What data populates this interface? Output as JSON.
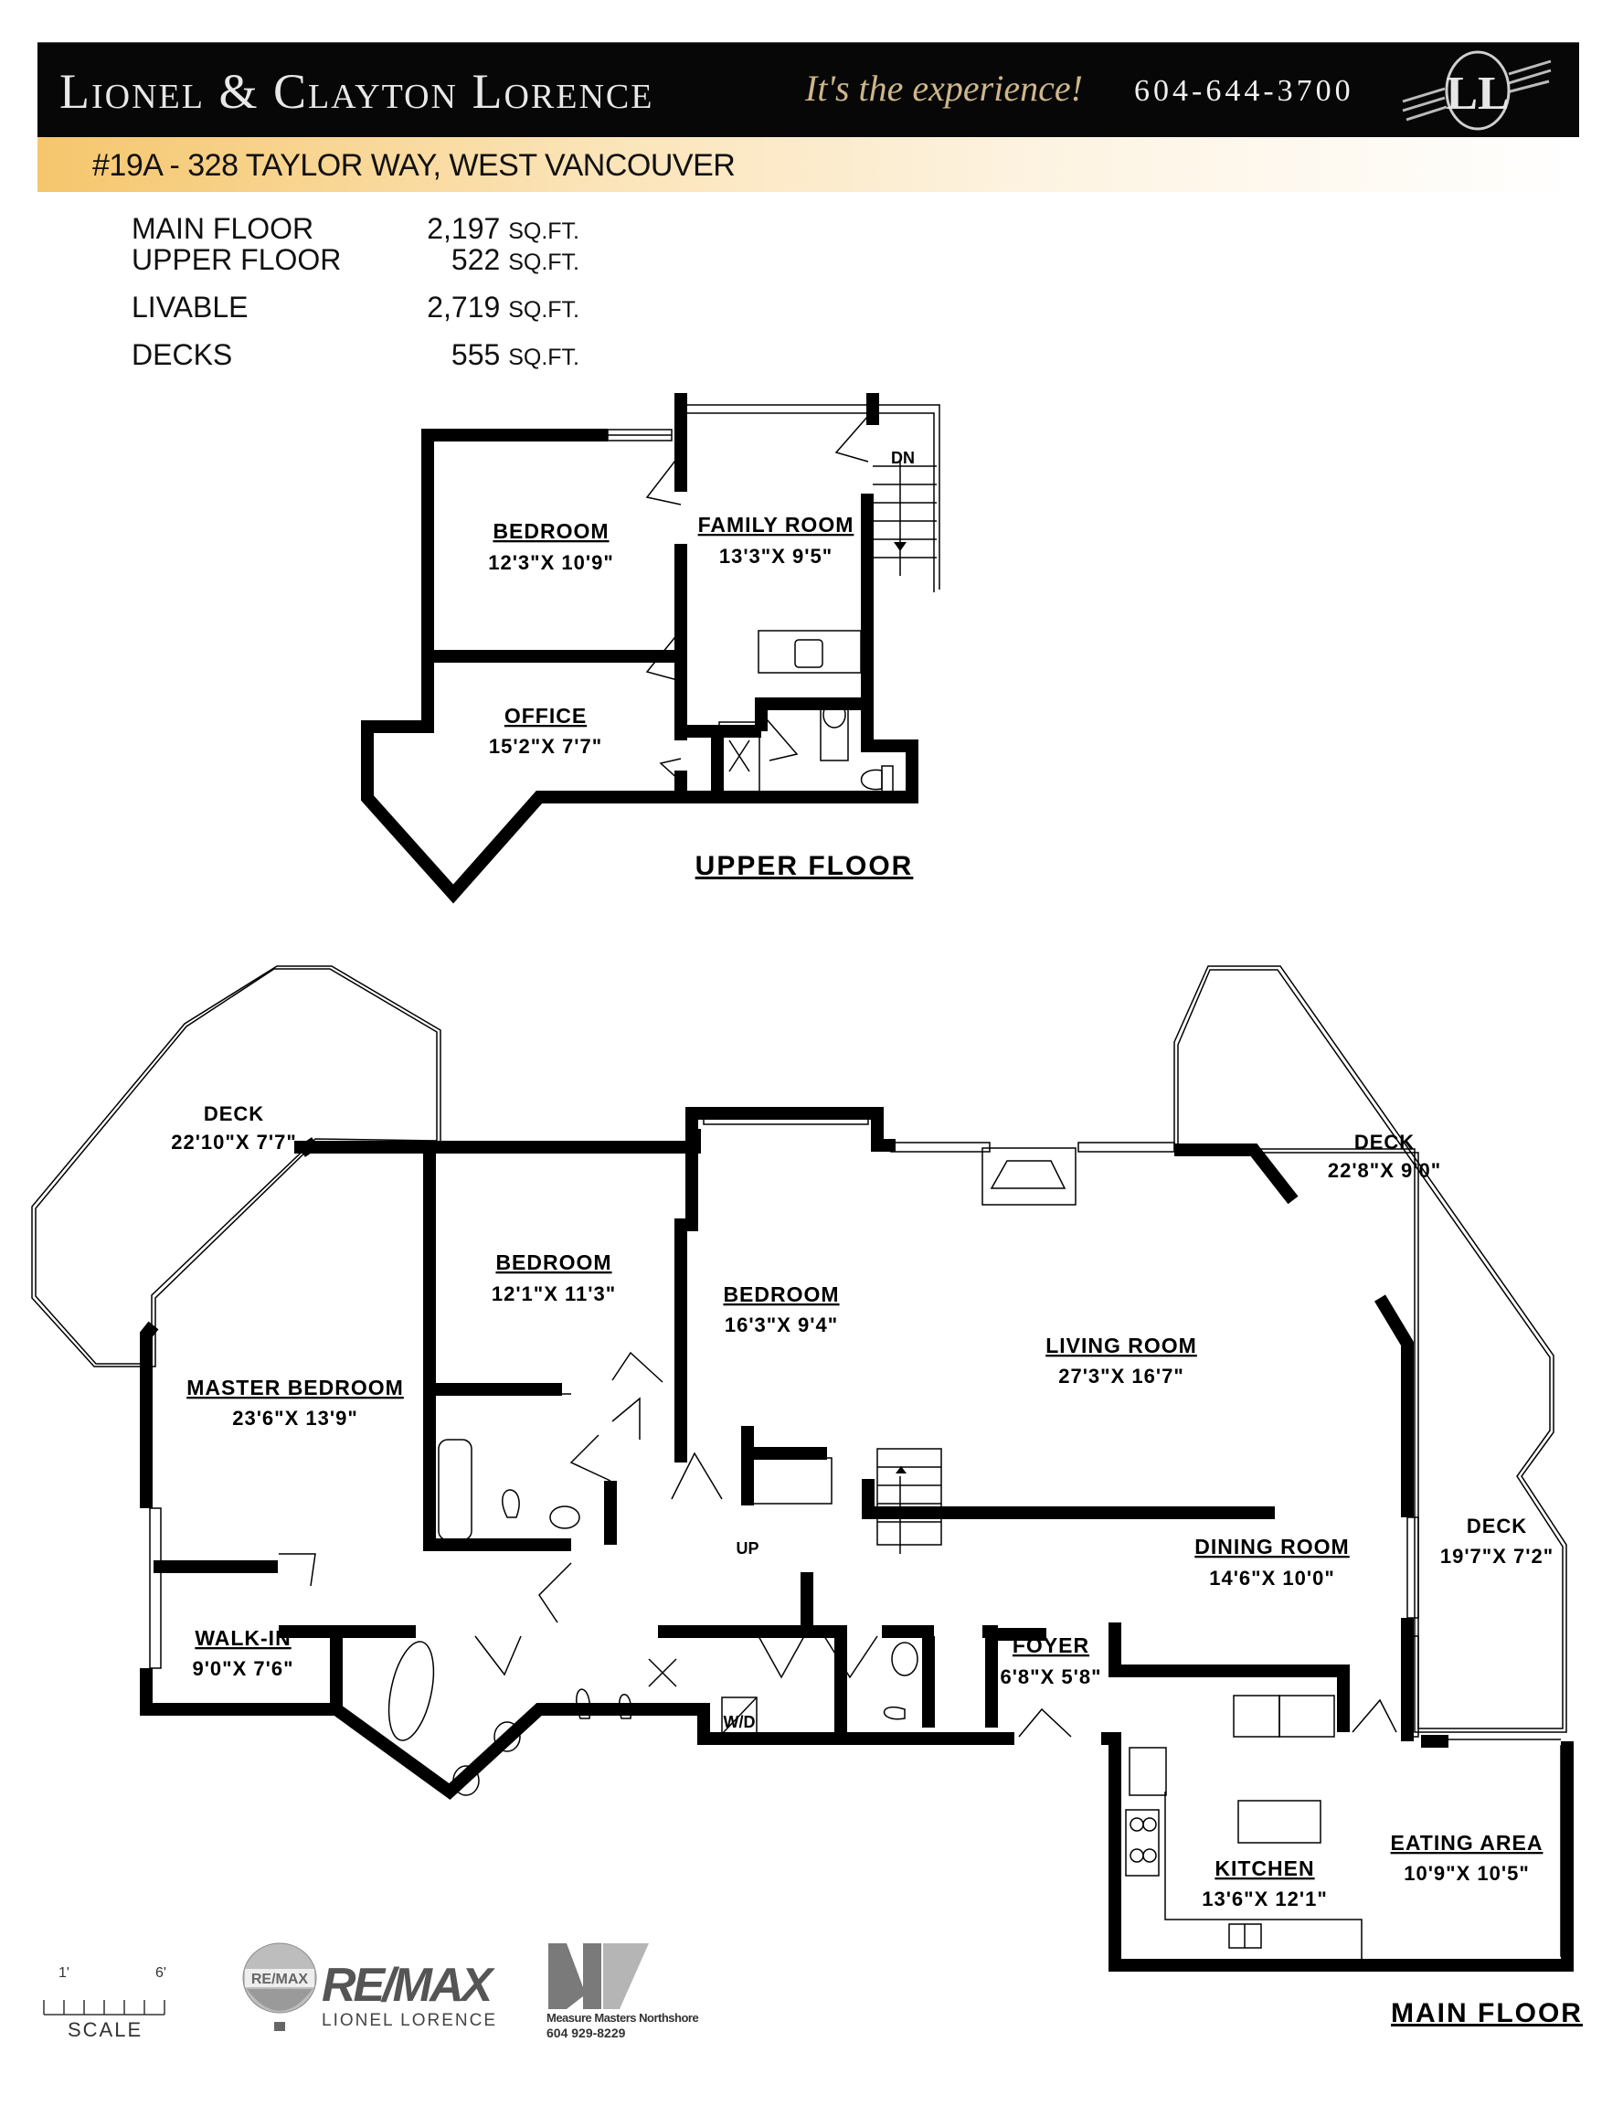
{
  "header": {
    "brand": "Lionel & Clayton Lorence",
    "tagline": "It's the experience!",
    "phone": "604-644-3700",
    "logo_monogram": "LL",
    "address": "#19A - 328 TAYLOR WAY, WEST VANCOUVER",
    "banner_color": "#070707",
    "accent_gradient": [
      "#f5c66c",
      "#fdf3e1"
    ]
  },
  "areas": [
    {
      "label": "MAIN FLOOR",
      "value": "2,197",
      "unit": "SQ.FT."
    },
    {
      "label": "UPPER FLOOR",
      "value": "522",
      "unit": "SQ.FT."
    },
    {
      "label": "LIVABLE",
      "value": "2,719",
      "unit": "SQ.FT."
    },
    {
      "label": "DECKS",
      "value": "555",
      "unit": "SQ.FT."
    }
  ],
  "upper_floor": {
    "title": "UPPER FLOOR",
    "stair_label": "DN",
    "rooms": [
      {
        "name": "BEDROOM",
        "dims": "12'3\"X 10'9\""
      },
      {
        "name": "FAMILY ROOM",
        "dims": "13'3\"X 9'5\""
      },
      {
        "name": "OFFICE",
        "dims": "15'2\"X 7'7\""
      }
    ]
  },
  "main_floor": {
    "title": "MAIN FLOOR",
    "stair_label": "UP",
    "washer_dryer": "W/D",
    "rooms": [
      {
        "name": "DECK",
        "dims": "22'10\"X 7'7\""
      },
      {
        "name": "BEDROOM",
        "dims": "12'1\"X 11'3\""
      },
      {
        "name": "BEDROOM",
        "dims": "16'3\"X 9'4\""
      },
      {
        "name": "DECK",
        "dims": "22'8\"X 9'0\""
      },
      {
        "name": "MASTER BEDROOM",
        "dims": "23'6\"X 13'9\""
      },
      {
        "name": "LIVING ROOM",
        "dims": "27'3\"X 16'7\""
      },
      {
        "name": "DECK",
        "dims": "19'7\"X 7'2\""
      },
      {
        "name": "DINING ROOM",
        "dims": "14'6\"X 10'0\""
      },
      {
        "name": "WALK-IN",
        "dims": "9'0\"X 7'6\""
      },
      {
        "name": "FOYER",
        "dims": "6'8\"X 5'8\""
      },
      {
        "name": "EATING AREA",
        "dims": "10'9\"X 10'5\""
      },
      {
        "name": "KITCHEN",
        "dims": "13'6\"X 12'1\""
      }
    ]
  },
  "footer": {
    "scale": {
      "label": "SCALE",
      "start": "1'",
      "end": "6'"
    },
    "remax": {
      "word": "RE/MAX",
      "agent": "LIONEL LORENCE"
    },
    "measure_masters": {
      "name": "Measure Masters Northshore",
      "phone": "604 929-8229"
    }
  }
}
